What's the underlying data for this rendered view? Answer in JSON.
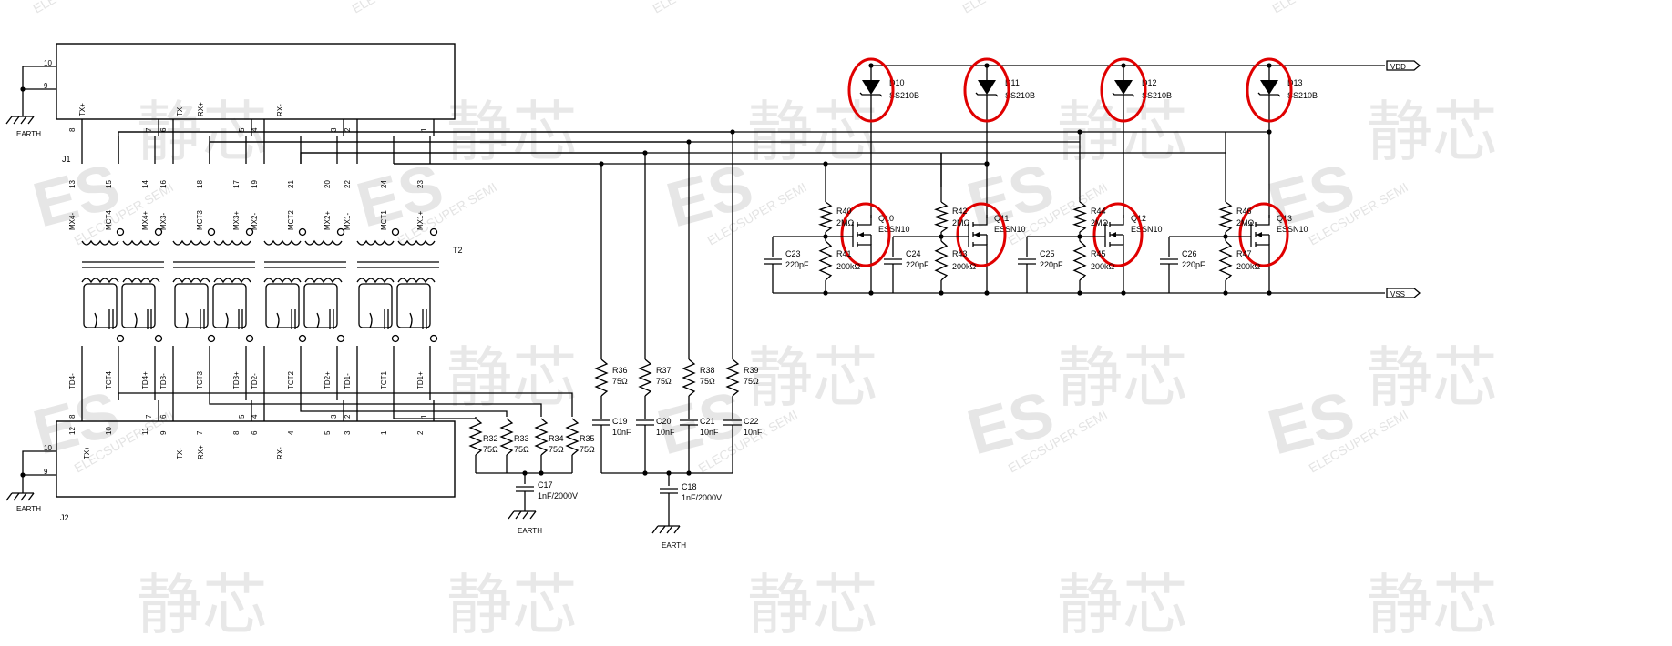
{
  "watermark": {
    "logo": "ES",
    "company": "ELECSUPER SEMI",
    "chinese": "静芯"
  },
  "connectors": {
    "j1": "J1",
    "j2": "J2",
    "t2": "T2",
    "earth": "EARTH",
    "j1_pins_outer": [
      "10",
      "9"
    ],
    "j1_pins_top": [
      "8",
      "7",
      "6",
      "5",
      "4",
      "3",
      "2",
      "1"
    ],
    "j1_signals": [
      "TX+",
      "TX-",
      "RX+",
      "RX-"
    ],
    "j2_pins_outer": [
      "10",
      "9"
    ],
    "j2_pins_bottom": [
      "8",
      "7",
      "6",
      "5",
      "4",
      "3",
      "2",
      "1"
    ],
    "j2_signals": [
      "TX+",
      "TX-",
      "RX+",
      "RX-"
    ]
  },
  "transformer": {
    "upper_pins": [
      "13",
      "15",
      "14",
      "16",
      "18",
      "17",
      "19",
      "21",
      "20",
      "22",
      "24",
      "23"
    ],
    "upper_labels": [
      "MX4-",
      "MCT4",
      "MX4+",
      "MX3-",
      "MCT3",
      "MX3+",
      "MX2-",
      "MCT2",
      "MX2+",
      "MX1-",
      "MCT1",
      "MX1+"
    ],
    "lower_labels": [
      "TD4-",
      "TCT4",
      "TD4+",
      "TD3-",
      "TCT3",
      "TD3+",
      "TD2-",
      "TCT2",
      "TD2+",
      "TD1-",
      "TCT1",
      "TD1+"
    ],
    "lower_pins": [
      "12",
      "10",
      "11",
      "9",
      "7",
      "8",
      "6",
      "4",
      "5",
      "3",
      "1",
      "2"
    ]
  },
  "resistors_left": [
    {
      "ref": "R32",
      "value": "75Ω"
    },
    {
      "ref": "R33",
      "value": "75Ω"
    },
    {
      "ref": "R34",
      "value": "75Ω"
    },
    {
      "ref": "R35",
      "value": "75Ω"
    }
  ],
  "cap_c17": {
    "ref": "C17",
    "value": "1nF/2000V"
  },
  "resistors_mid": [
    {
      "ref": "R36",
      "value": "75Ω"
    },
    {
      "ref": "R37",
      "value": "75Ω"
    },
    {
      "ref": "R38",
      "value": "75Ω"
    },
    {
      "ref": "R39",
      "value": "75Ω"
    }
  ],
  "caps_mid": [
    {
      "ref": "C19",
      "value": "10nF"
    },
    {
      "ref": "C20",
      "value": "10nF"
    },
    {
      "ref": "C21",
      "value": "10nF"
    },
    {
      "ref": "C22",
      "value": "10nF"
    }
  ],
  "cap_c18": {
    "ref": "C18",
    "value": "1nF/2000V"
  },
  "rails": {
    "vdd": "VDD",
    "vss": "VSS"
  },
  "diodes": [
    {
      "ref": "D10",
      "part": "SS210B"
    },
    {
      "ref": "D11",
      "part": "SS210B"
    },
    {
      "ref": "D12",
      "part": "SS210B"
    },
    {
      "ref": "D13",
      "part": "SS210B"
    }
  ],
  "mosfets": [
    {
      "ref": "Q10",
      "part": "ESSN10"
    },
    {
      "ref": "Q11",
      "part": "ESSN10"
    },
    {
      "ref": "Q12",
      "part": "ESSN10"
    },
    {
      "ref": "Q13",
      "part": "ESSN10"
    }
  ],
  "gate_caps": [
    {
      "ref": "C23",
      "value": "220pF"
    },
    {
      "ref": "C24",
      "value": "220pF"
    },
    {
      "ref": "C25",
      "value": "220pF"
    },
    {
      "ref": "C26",
      "value": "220pF"
    }
  ],
  "gate_res_top": [
    {
      "ref": "R40",
      "value": "2MΩ"
    },
    {
      "ref": "R42",
      "value": "2MΩ"
    },
    {
      "ref": "R44",
      "value": "2MΩ"
    },
    {
      "ref": "R46",
      "value": "2MΩ"
    }
  ],
  "gate_res_bottom": [
    {
      "ref": "R41",
      "value": "200kΩ"
    },
    {
      "ref": "R43",
      "value": "200kΩ"
    },
    {
      "ref": "R45",
      "value": "200kΩ"
    },
    {
      "ref": "R47",
      "value": "200kΩ"
    }
  ]
}
